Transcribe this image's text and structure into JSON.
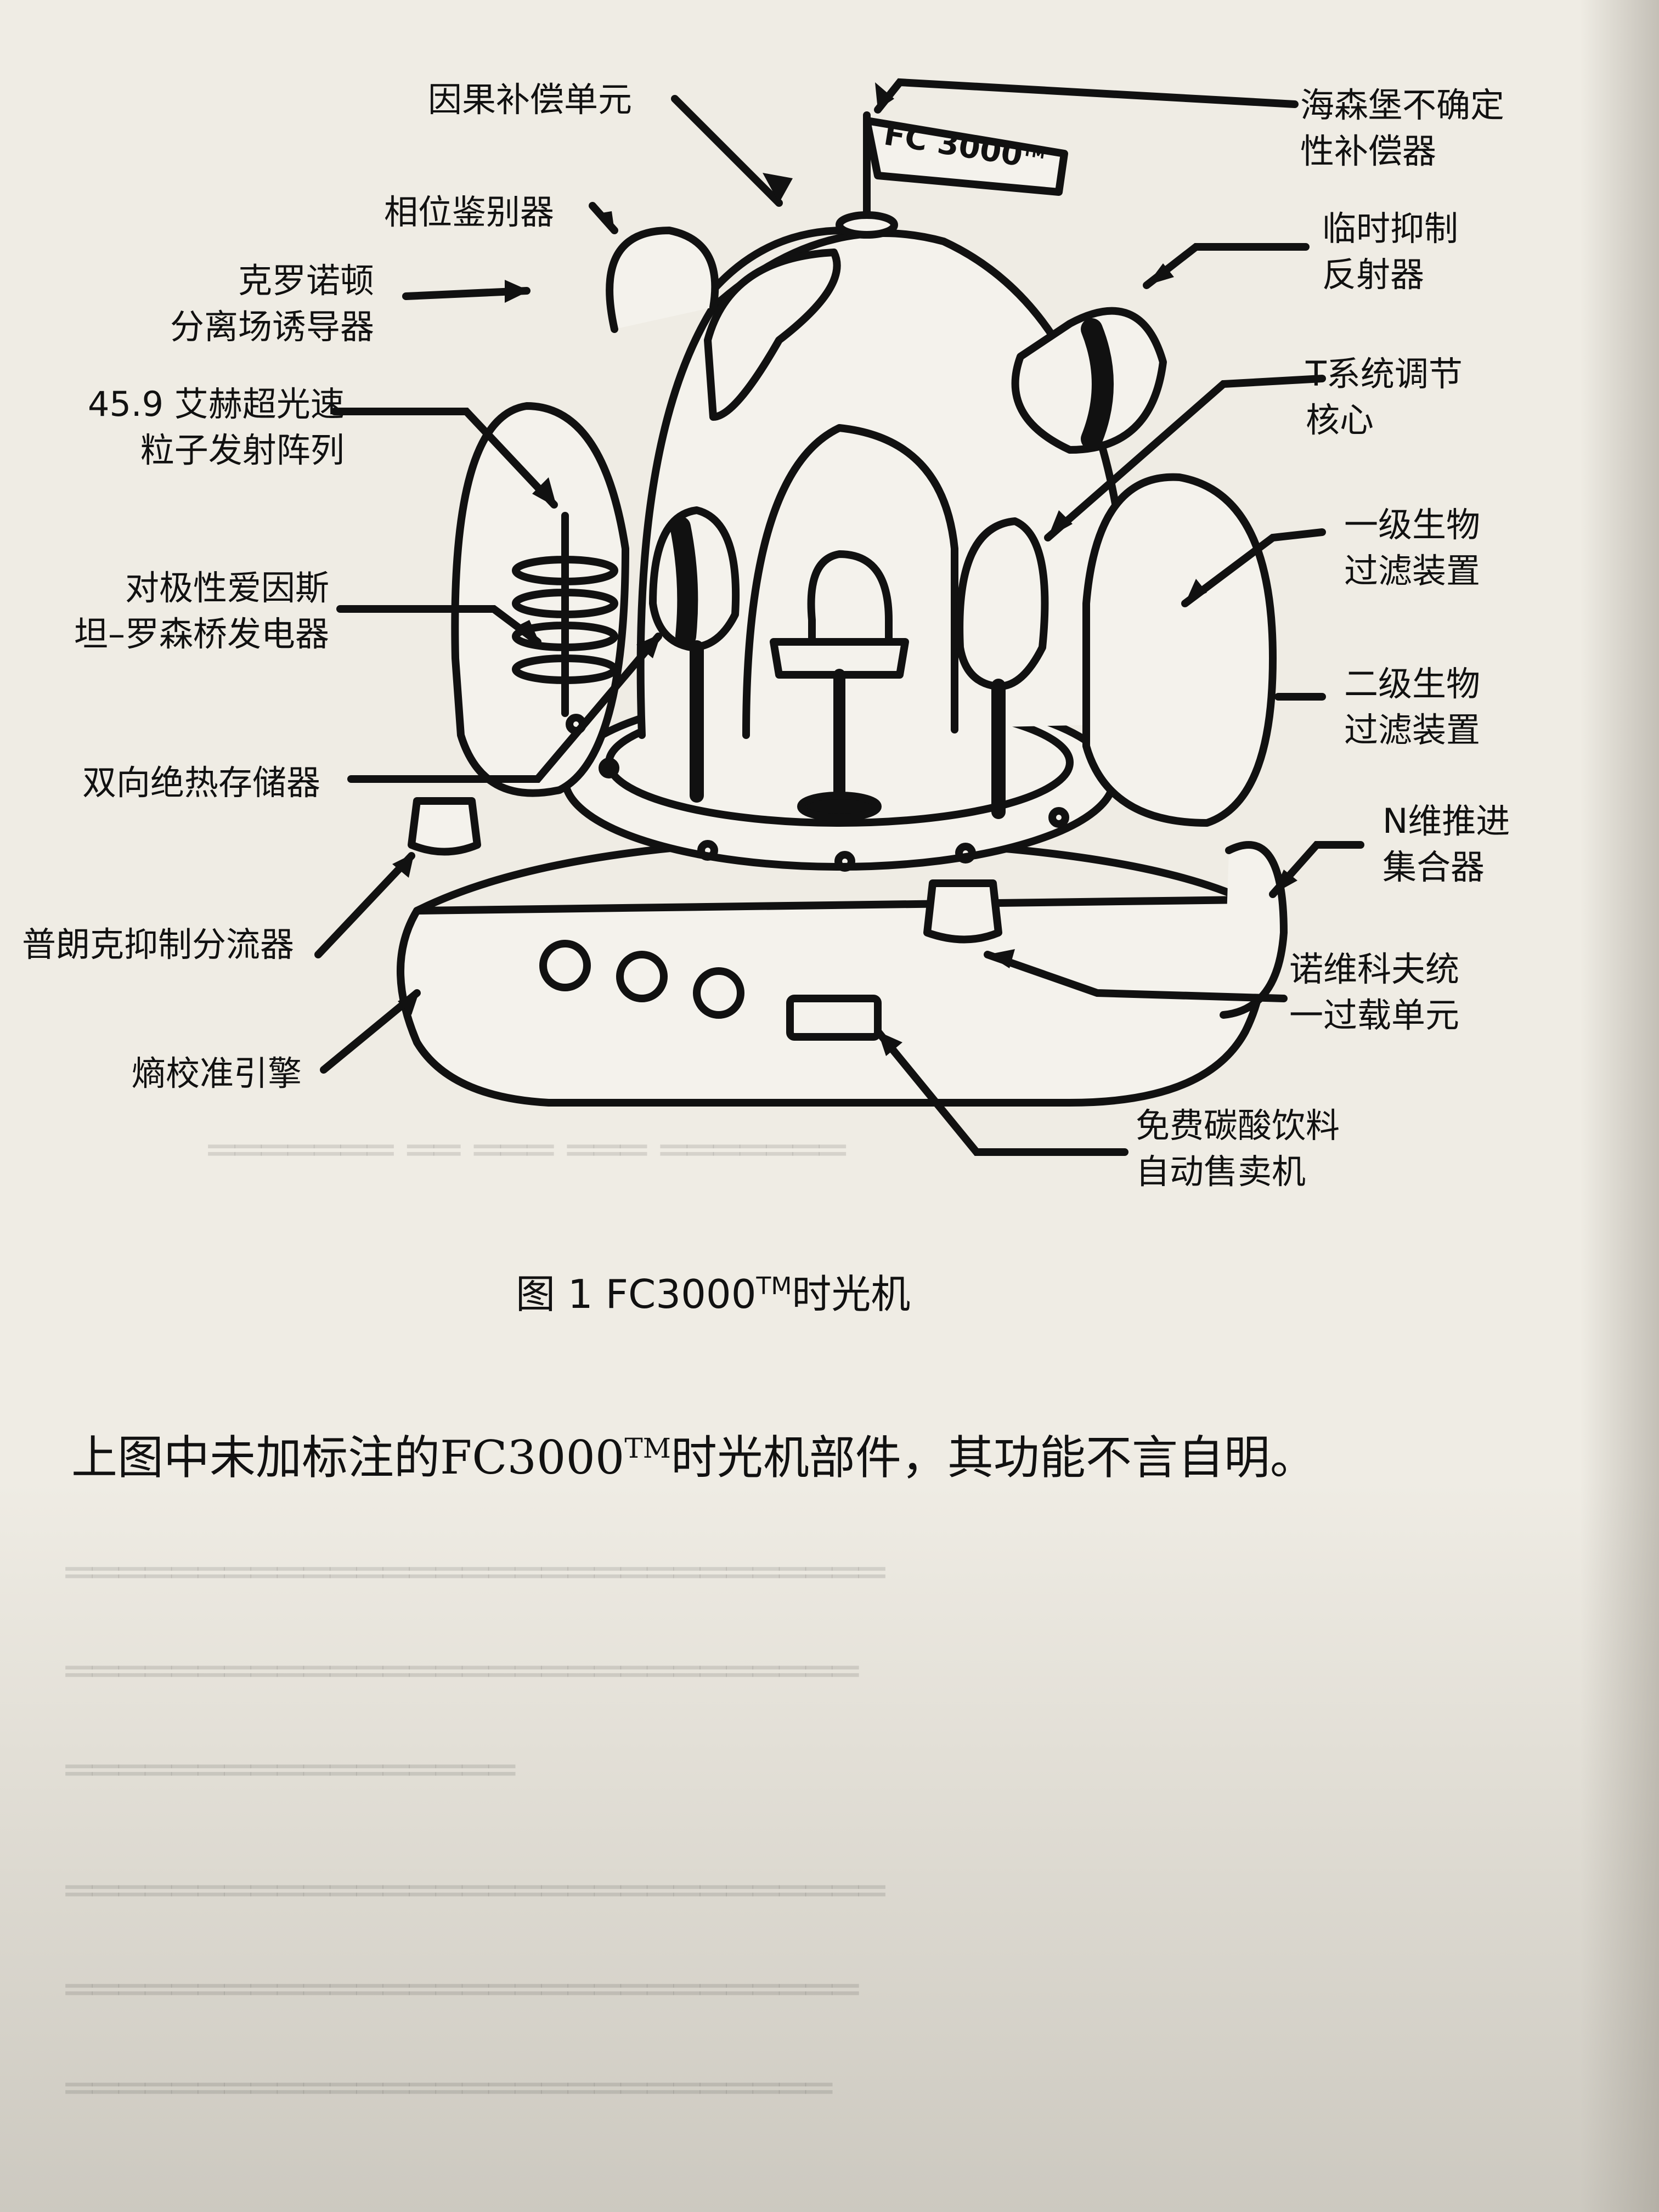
{
  "labels": {
    "causal": "因果补偿单元",
    "phase": "相位鉴别器",
    "chronoton": "克罗诺顿\n分离场诱导器",
    "tachyon": "45.9 艾赫超光速\n粒子发射阵列",
    "einstein": "对极性爱因斯\n坦–罗森桥发电器",
    "adiabatic": "双向绝热存储器",
    "planck": "普朗克抑制分流器",
    "entropy": "熵校准引擎",
    "heisenberg": "海森堡不确定\n性补偿器",
    "reflector": "临时抑制\n反射器",
    "tcore": "T系统调节\n核心",
    "bio1": "一级生物\n过滤装置",
    "bio2": "二级生物\n过滤装置",
    "ndim": "N维推进\n集合器",
    "novikov": "诺维科夫统\n一过载单元",
    "vending": "免费碳酸饮料\n自动售卖机"
  },
  "flag_text": "FC 3000",
  "flag_tm": "TM",
  "caption": {
    "prefix": "图 1   FC3000",
    "tm": "TM",
    "suffix": "时光机"
  },
  "body": {
    "prefix": "上图中未加标注的FC3000",
    "tm": "TM",
    "suffix": "时光机部件，其功能不言自明。"
  }
}
